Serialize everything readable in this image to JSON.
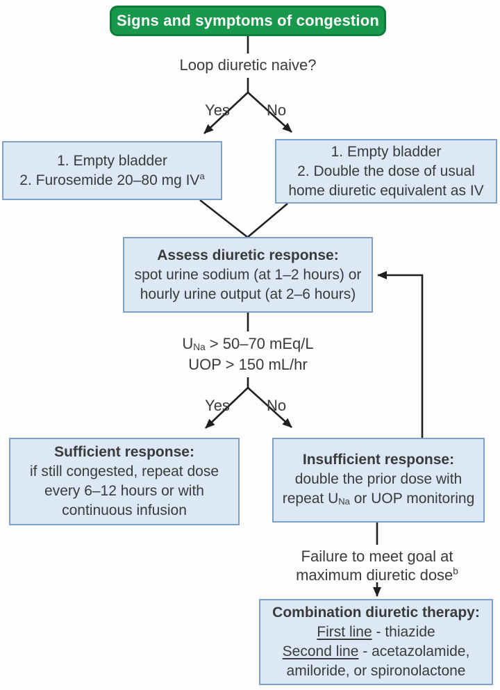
{
  "palette": {
    "green_fill": "#18984b",
    "green_border": "#0d7c3a",
    "blue_fill": "#dce8f5",
    "blue_border": "#7fa0c5",
    "line": "#1f1f1f",
    "ink": "#3a3a3a"
  },
  "nodes": {
    "start": {
      "label": "Signs and symptoms of congestion"
    },
    "question1": {
      "label": "Loop diuretic naive?"
    },
    "branch1": {
      "yes": "Yes",
      "no": "No"
    },
    "naive": {
      "line1": "1. Empty bladder",
      "line2": "2. Furosemide 20–80 mg IV",
      "line2_sup": "a"
    },
    "not_naive": {
      "line1": "1. Empty bladder",
      "line2": "2. Double the dose of usual",
      "line3": "home diuretic equivalent as IV"
    },
    "assess": {
      "title": "Assess diuretic response:",
      "line2": "spot urine sodium (at 1–2 hours) or",
      "line3": "hourly urine output (at 2–6 hours)"
    },
    "criteria": {
      "l1_pre": "U",
      "l1_sub": "Na",
      "l1_rest": " > 50–70 mEq/L",
      "line2": "UOP > 150 mL/hr"
    },
    "branch2": {
      "yes": "Yes",
      "no": "No"
    },
    "sufficient": {
      "title": "Sufficient response:",
      "line2": "if still congested, repeat dose",
      "line3": "every 6–12 hours or with",
      "line4": "continuous infusion"
    },
    "insufficient": {
      "title": "Insufficient response:",
      "line2": "double the prior dose with",
      "l3_pre": "repeat U",
      "l3_sub": "Na",
      "l3_rest": " or UOP monitoring"
    },
    "failure": {
      "line1": "Failure to meet goal at",
      "line2": "maximum diuretic dose",
      "line2_sup": "b"
    },
    "combination": {
      "title": "Combination diuretic therapy:",
      "l2_underlined": "First line",
      "l2_rest": " - thiazide",
      "l3_underlined": "Second line",
      "l3_rest": " - acetazolamide,",
      "line4": "amiloride, or spironolactone"
    }
  }
}
